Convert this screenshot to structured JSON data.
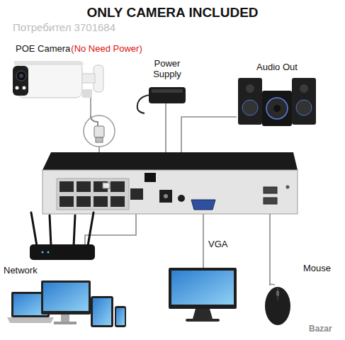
{
  "diagram": {
    "title": "ONLY CAMERA INCLUDED",
    "labels": [
      "Потребител 3701684",
      "POE Camera",
      "(No Need Power)",
      "Power Supply",
      "Audio Out",
      "Network",
      "VGA",
      "Mouse",
      "Bazar"
    ]
  }
}
